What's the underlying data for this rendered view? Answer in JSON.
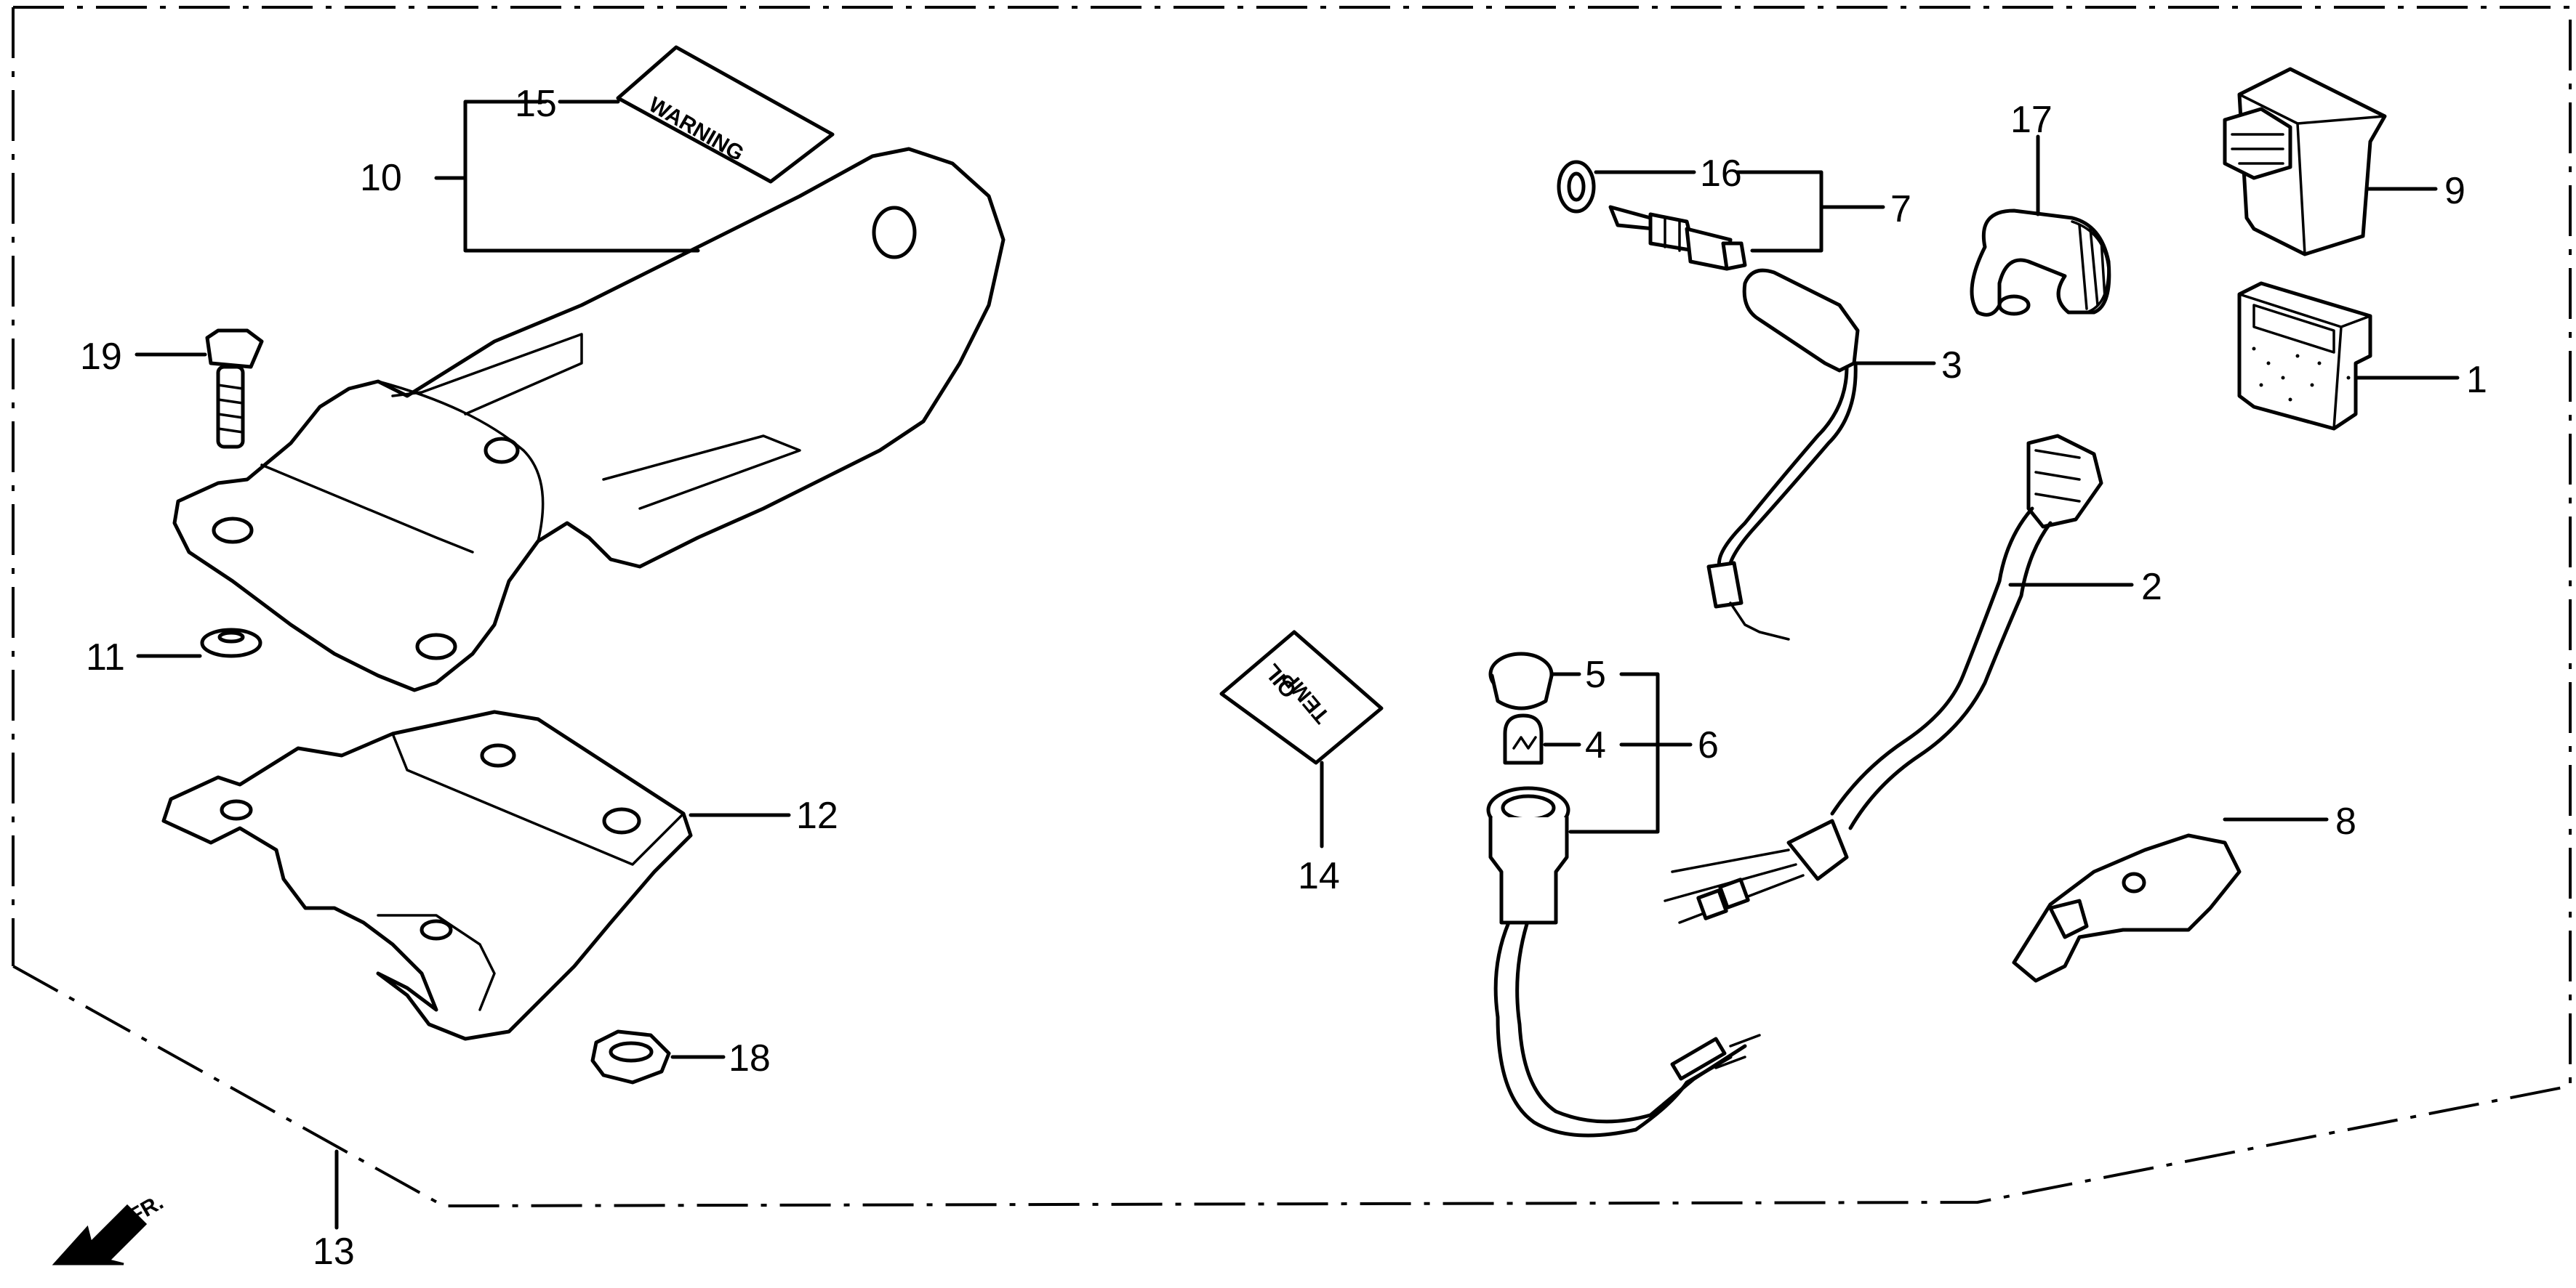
{
  "callouts": {
    "c1": "1",
    "c2": "2",
    "c3": "3",
    "c4": "4",
    "c5": "5",
    "c6": "6",
    "c7": "7",
    "c8": "8",
    "c9": "9",
    "c10": "10",
    "c11": "11",
    "c12": "12",
    "c13": "13",
    "c14": "14",
    "c15": "15",
    "c16": "16",
    "c17": "17",
    "c18": "18",
    "c19": "19"
  },
  "labels": {
    "warning_sticker": "WARNING",
    "oil_temp_line1": "OIL",
    "oil_temp_line2": "TEMP",
    "front_indicator": "FR."
  }
}
